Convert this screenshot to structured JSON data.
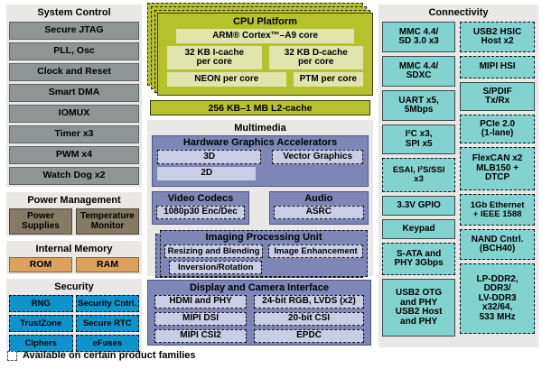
{
  "legend": {
    "label": "Available on certain product families"
  },
  "left": {
    "system_control": {
      "title": "System Control",
      "items": [
        "Secure JTAG",
        "PLL, Osc",
        "Clock and Reset",
        "Smart DMA",
        "IOMUX",
        "Timer x3",
        "PWM x4",
        "Watch Dog x2"
      ]
    },
    "power_management": {
      "title": "Power Management",
      "items": [
        "Power\nSupplies",
        "Temperature\nMonitor"
      ]
    },
    "internal_memory": {
      "title": "Internal Memory",
      "items": [
        "ROM",
        "RAM"
      ]
    },
    "security": {
      "title": "Security",
      "items": [
        "RNG",
        "Security Cntrl.",
        "TrustZone",
        "Secure RTC",
        "Ciphers",
        "eFuses"
      ]
    }
  },
  "cpu": {
    "title": "CPU Platform",
    "core_label": "ARM® Cortex™–A9 core",
    "icache_label": "32 KB I-cache\nper core",
    "dcache_label": "32 KB D-cache\nper core",
    "neon_label": "NEON per core",
    "ptm_label": "PTM per core",
    "l2_label": "256 KB–1 MB L2-cache"
  },
  "multimedia": {
    "title": "Multimedia",
    "hga": {
      "title": "Hardware Graphics Accelerators",
      "box_3d": "3D",
      "box_vector": "Vector Graphics",
      "box_2d": "2D"
    },
    "video": {
      "title": "Video Codecs",
      "codec": "1080p30 Enc/Dec"
    },
    "audio": {
      "title": "Audio",
      "asrc": "ASRC"
    },
    "ipu": {
      "title": "Imaging Processing Unit",
      "items": [
        "Resizing and Blending",
        "Image Enhancement",
        "Inversion/Rotation"
      ]
    }
  },
  "display": {
    "title": "Display and Camera Interface",
    "items": [
      "HDMI and PHY",
      "24-bit RGB, LVDS (x2)",
      "MIPI DSI",
      "20-bit CSI",
      "MIPI CSI2",
      "EPDC"
    ]
  },
  "connectivity": {
    "title": "Connectivity",
    "col1": [
      {
        "label": "MMC 4.4/\nSD 3.0 x3",
        "dashed": false
      },
      {
        "label": "MMC 4.4/\nSDXC",
        "dashed": false
      },
      {
        "label": "UART x5,\n5Mbps",
        "dashed": false
      },
      {
        "label": "I²C x3,\nSPI x5",
        "dashed": false
      },
      {
        "label": "ESAI, I²S/SSI\nx3",
        "dashed": true
      },
      {
        "label": "3.3V GPIO",
        "dashed": false
      },
      {
        "label": "Keypad",
        "dashed": false
      },
      {
        "label": "S-ATA and\nPHY 3Gbps",
        "dashed": true
      },
      {
        "label": "USB2 OTG\nand PHY\nUSB2 Host\nand PHY",
        "dashed": false
      }
    ],
    "col2": [
      {
        "label": "USB2 HSIC\nHost x2",
        "dashed": true
      },
      {
        "label": "MIPI HSI",
        "dashed": true
      },
      {
        "label": "S/PDIF\nTx/Rx",
        "dashed": false
      },
      {
        "label": "PCIe 2.0\n(1-lane)",
        "dashed": true
      },
      {
        "label": "FlexCAN x2\nMLB150 +\nDTCP",
        "dashed": true
      },
      {
        "label": "1Gb Ethernet\n+ IEEE 1588",
        "dashed": true
      },
      {
        "label": "NAND Cntrl.\n(BCH40)",
        "dashed": true
      },
      {
        "label": "LP-DDR2,\nDDR3/\nLV-DDR3\nx32/64,\n533 MHz",
        "dashed": true
      }
    ]
  },
  "colors": {
    "green": "#b5c22d",
    "green_light": "#dfe5ad",
    "purple": "#7d86b6",
    "purple_light": "#c9cde6",
    "teal": "#82d2d0",
    "security_blue": "#0f93cc",
    "gray_box": "#8f9595",
    "power_brown": "#857a64",
    "memory_tan": "#dda15e",
    "section_bg": "#e9e8e6"
  }
}
